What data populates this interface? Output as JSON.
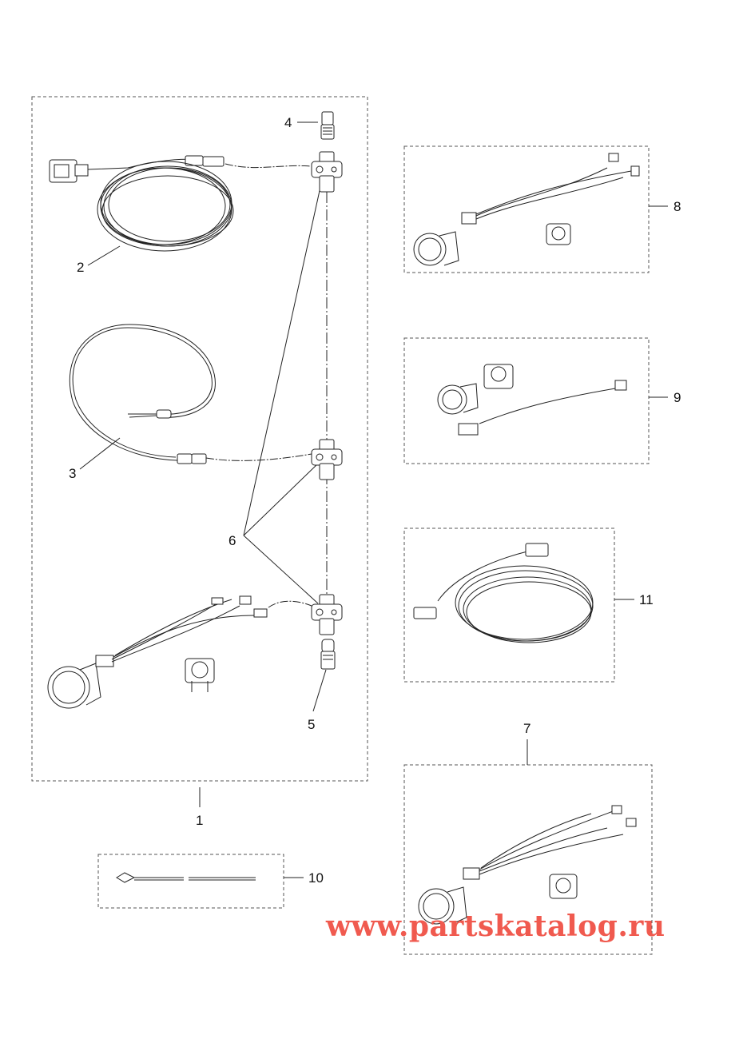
{
  "callouts": {
    "c1": "1",
    "c2": "2",
    "c3": "3",
    "c4": "4",
    "c5": "5",
    "c6": "6",
    "c7": "7",
    "c8": "8",
    "c9": "9",
    "c10": "10",
    "c11": "11"
  },
  "watermark": "www.partskatalog.ru",
  "colors": {
    "line": "#222222",
    "dash_box": "#555555",
    "watermark": "#f05a4f"
  }
}
